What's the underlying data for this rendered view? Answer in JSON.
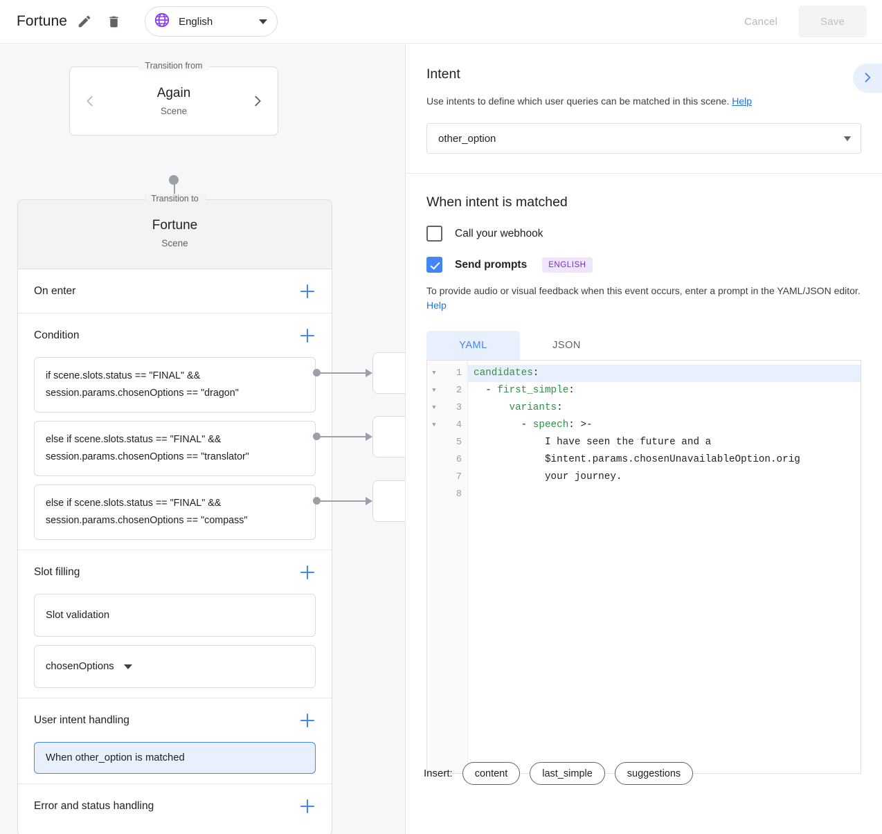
{
  "topbar": {
    "app_title": "Fortune",
    "edit_icon": "pencil-icon",
    "delete_icon": "trash-icon",
    "language": "English",
    "cancel_label": "Cancel",
    "save_label": "Save"
  },
  "canvas": {
    "transition_from": {
      "legend": "Transition from",
      "name": "Again",
      "type": "Scene"
    },
    "transition_to": {
      "legend": "Transition to",
      "name": "Fortune",
      "type": "Scene"
    },
    "sections": {
      "on_enter": {
        "title": "On enter"
      },
      "condition": {
        "title": "Condition",
        "items": [
          "if scene.slots.status == \"FINAL\" &&\nsession.params.chosenOptions == \"dragon\"",
          "else if scene.slots.status == \"FINAL\" &&\nsession.params.chosenOptions == \"translator\"",
          "else if scene.slots.status == \"FINAL\" &&\nsession.params.chosenOptions == \"compass\""
        ]
      },
      "slot_filling": {
        "title": "Slot filling",
        "validation_label": "Slot validation",
        "slot_name": "chosenOptions"
      },
      "user_intent_handling": {
        "title": "User intent handling",
        "items": [
          "When other_option is matched"
        ]
      },
      "error_status_handling": {
        "title": "Error and status handling"
      }
    }
  },
  "right_panel": {
    "expand_icon": "chevron-right-icon",
    "intent": {
      "title": "Intent",
      "description": "Use intents to define which user queries can be matched in this scene.",
      "help_label": "Help",
      "selected": "other_option"
    },
    "when_matched": {
      "title": "When intent is matched",
      "webhook_label": "Call your webhook",
      "webhook_checked": false,
      "send_prompts_label": "Send prompts",
      "send_prompts_checked": true,
      "language_badge": "ENGLISH",
      "helper_text": "To provide audio or visual feedback when this event occurs, enter a prompt in the YAML/JSON editor.",
      "helper_help_label": "Help",
      "tabs": [
        {
          "label": "YAML",
          "active": true
        },
        {
          "label": "JSON",
          "active": false
        }
      ],
      "editor": {
        "lines": [
          {
            "num": "1",
            "fold": true,
            "highlight": true,
            "segments": [
              {
                "t": "candidates",
                "c": "k"
              },
              {
                "t": ":",
                "c": "p"
              }
            ]
          },
          {
            "num": "2",
            "fold": true,
            "highlight": false,
            "segments": [
              {
                "t": "  - ",
                "c": "p"
              },
              {
                "t": "first_simple",
                "c": "k"
              },
              {
                "t": ":",
                "c": "p"
              }
            ]
          },
          {
            "num": "3",
            "fold": true,
            "highlight": false,
            "segments": [
              {
                "t": "      ",
                "c": "p"
              },
              {
                "t": "variants",
                "c": "k"
              },
              {
                "t": ":",
                "c": "p"
              }
            ]
          },
          {
            "num": "4",
            "fold": true,
            "highlight": false,
            "segments": [
              {
                "t": "        - ",
                "c": "p"
              },
              {
                "t": "speech",
                "c": "k"
              },
              {
                "t": ": >-",
                "c": "p"
              }
            ]
          },
          {
            "num": "5",
            "fold": false,
            "highlight": false,
            "segments": [
              {
                "t": "            I have seen the future and a",
                "c": "p"
              }
            ]
          },
          {
            "num": "6",
            "fold": false,
            "highlight": false,
            "segments": [
              {
                "t": "            $intent.params.chosenUnavailableOption.orig",
                "c": "p"
              }
            ]
          },
          {
            "num": "7",
            "fold": false,
            "highlight": false,
            "segments": [
              {
                "t": "            your journey.",
                "c": "p"
              }
            ]
          },
          {
            "num": "8",
            "fold": false,
            "highlight": false,
            "segments": [
              {
                "t": "",
                "c": "p"
              }
            ]
          }
        ]
      },
      "insert_label": "Insert:",
      "insert_chips": [
        "content",
        "last_simple",
        "suggestions"
      ]
    }
  },
  "colors": {
    "accent_blue": "#4285f4",
    "link_blue": "#1a73e8",
    "selected_bg": "#e8f0fe",
    "purple": "#9334e6",
    "badge_bg": "#f0e6fb",
    "badge_fg": "#7627d4",
    "canvas_bg": "#f6f7f9",
    "yaml_key_green": "#2e9144"
  }
}
